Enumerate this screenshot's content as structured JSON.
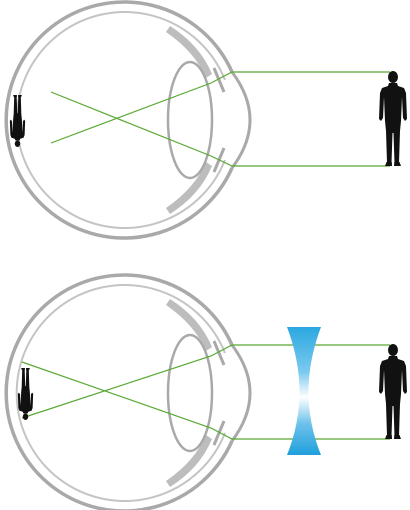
{
  "colors": {
    "eye_outline": "#a9a9a9",
    "eye_fill": "#ffffff",
    "eye_muscle": "#bdbdbd",
    "ray": "#5aa832",
    "figure": "#111111",
    "lens_edge": "#2aa8e0",
    "lens_center": "#ffffff",
    "background": "#ffffff"
  },
  "panels": [
    {
      "name": "uncorrected-myopic-eye",
      "has_corrective_lens": false
    },
    {
      "name": "corrected-eye-with-concave-lens",
      "has_corrective_lens": true,
      "lens_type": "concave"
    }
  ],
  "icons": {
    "object": "standing-person-icon",
    "image": "inverted-person-image-icon",
    "lens": "concave-lens-icon"
  }
}
